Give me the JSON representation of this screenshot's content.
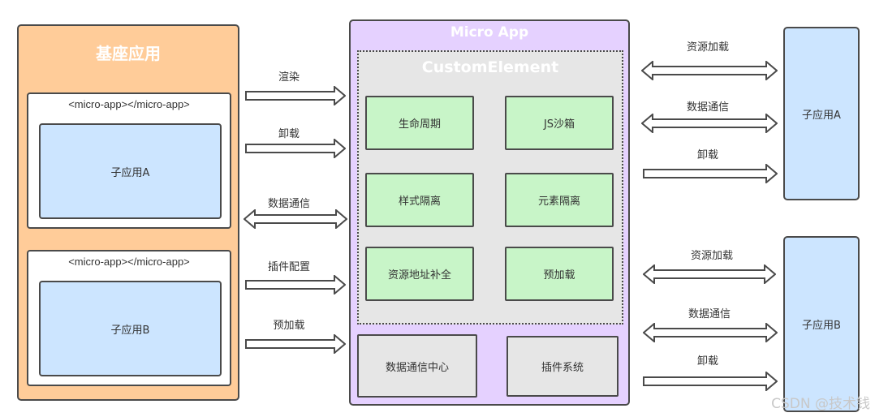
{
  "base_app": {
    "title": "基座应用",
    "mounts": [
      {
        "tag": "<micro-app></micro-app>",
        "child_label": "子应用A"
      },
      {
        "tag": "<micro-app></micro-app>",
        "child_label": "子应用B"
      }
    ]
  },
  "left_arrows": [
    {
      "label": "渲染",
      "direction": "right"
    },
    {
      "label": "卸载",
      "direction": "right"
    },
    {
      "label": "数据通信",
      "direction": "both"
    },
    {
      "label": "插件配置",
      "direction": "right"
    },
    {
      "label": "预加载",
      "direction": "right"
    }
  ],
  "micro_app": {
    "title": "Micro App",
    "custom_element": {
      "title": "CustomElement",
      "features": [
        "生命周期",
        "JS沙箱",
        "样式隔离",
        "元素隔离",
        "资源地址补全",
        "预加载"
      ]
    },
    "core_modules": [
      "数据通信中心",
      "插件系统"
    ]
  },
  "right_groups": [
    {
      "child_label": "子应用A",
      "arrows": [
        {
          "label": "资源加载",
          "direction": "both"
        },
        {
          "label": "数据通信",
          "direction": "both"
        },
        {
          "label": "卸载",
          "direction": "right"
        }
      ]
    },
    {
      "child_label": "子应用B",
      "arrows": [
        {
          "label": "资源加载",
          "direction": "both"
        },
        {
          "label": "数据通信",
          "direction": "both"
        },
        {
          "label": "卸载",
          "direction": "right"
        }
      ]
    }
  ],
  "colors": {
    "base": "#ffcc99",
    "micro": "#e5d1ff",
    "custom_element": "#e6e6e6",
    "feature": "#c8f5c8",
    "child": "#cce5ff",
    "stroke": "#4a4a4a"
  },
  "watermark": "CSDN @技术钱"
}
